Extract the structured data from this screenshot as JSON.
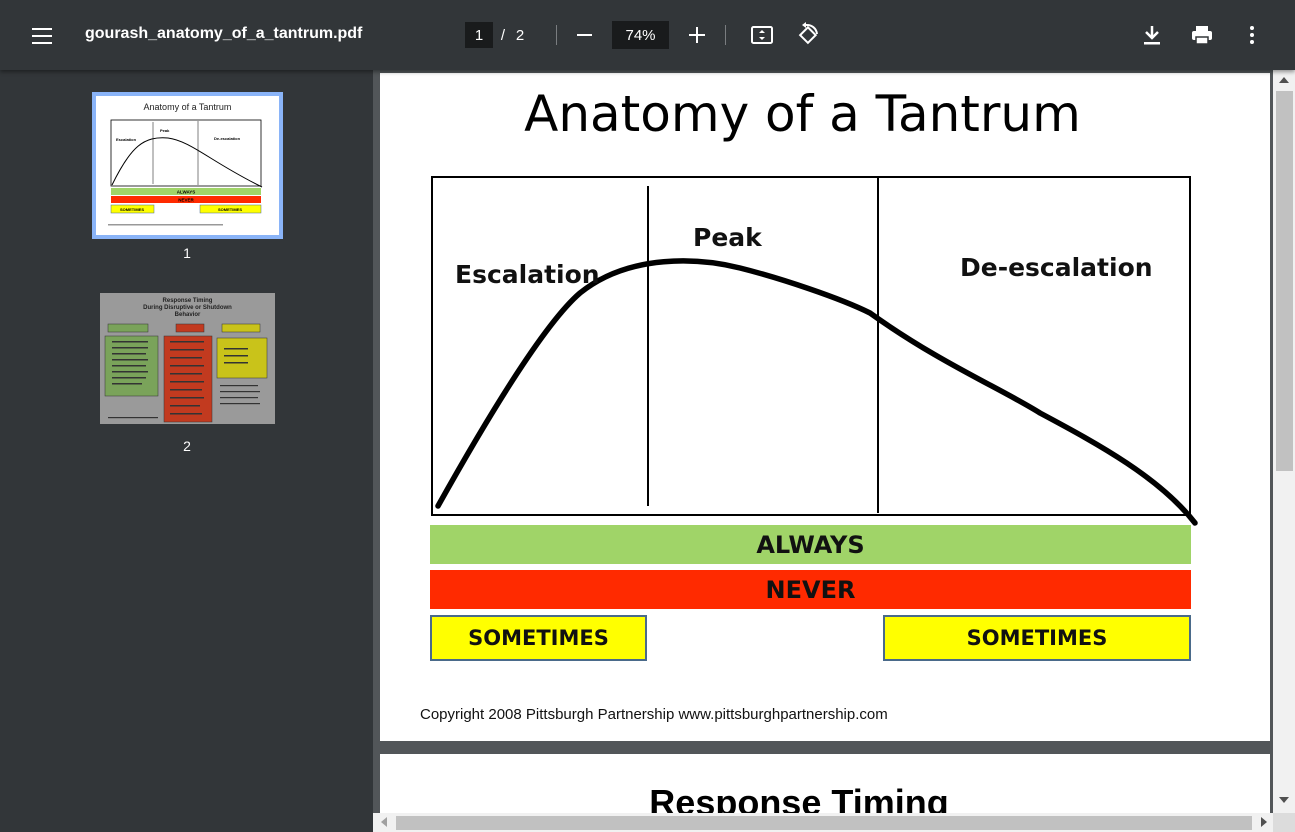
{
  "toolbar": {
    "title": "gourash_anatomy_of_a_tantrum.pdf",
    "page_current": "1",
    "page_separator": "/",
    "page_total": "2",
    "zoom": "74%",
    "icons": [
      "menu-icon",
      "zoom-out-icon",
      "zoom-in-icon",
      "fit-page-icon",
      "rotate-icon",
      "download-icon",
      "print-icon",
      "more-vert-icon"
    ]
  },
  "sidebar": {
    "thumbnails": [
      {
        "number": "1",
        "selected": true
      },
      {
        "number": "2",
        "selected": false
      }
    ]
  },
  "page1": {
    "title": "Anatomy of a Tantrum",
    "labels": {
      "escalation": "Escalation",
      "peak": "Peak",
      "deescalation": "De-escalation"
    },
    "bars": {
      "always": "ALWAYS",
      "never": "NEVER",
      "sometimes_left": "SOMETIMES",
      "sometimes_right": "SOMETIMES"
    },
    "copyright": "Copyright 2008 Pittsburgh Partnership www.pittsburghpartnership.com",
    "colors": {
      "always": "#a0d468",
      "never": "#ff2a00",
      "sometimes": "#ffff00"
    }
  },
  "page2": {
    "title": "Response Timing"
  },
  "thumb_text": {
    "t1_title": "Anatomy of a Tantrum",
    "t2_l1": "Response Timing",
    "t2_l2": "During Disruptive or Shutdown",
    "t2_l3": "Behavior"
  }
}
